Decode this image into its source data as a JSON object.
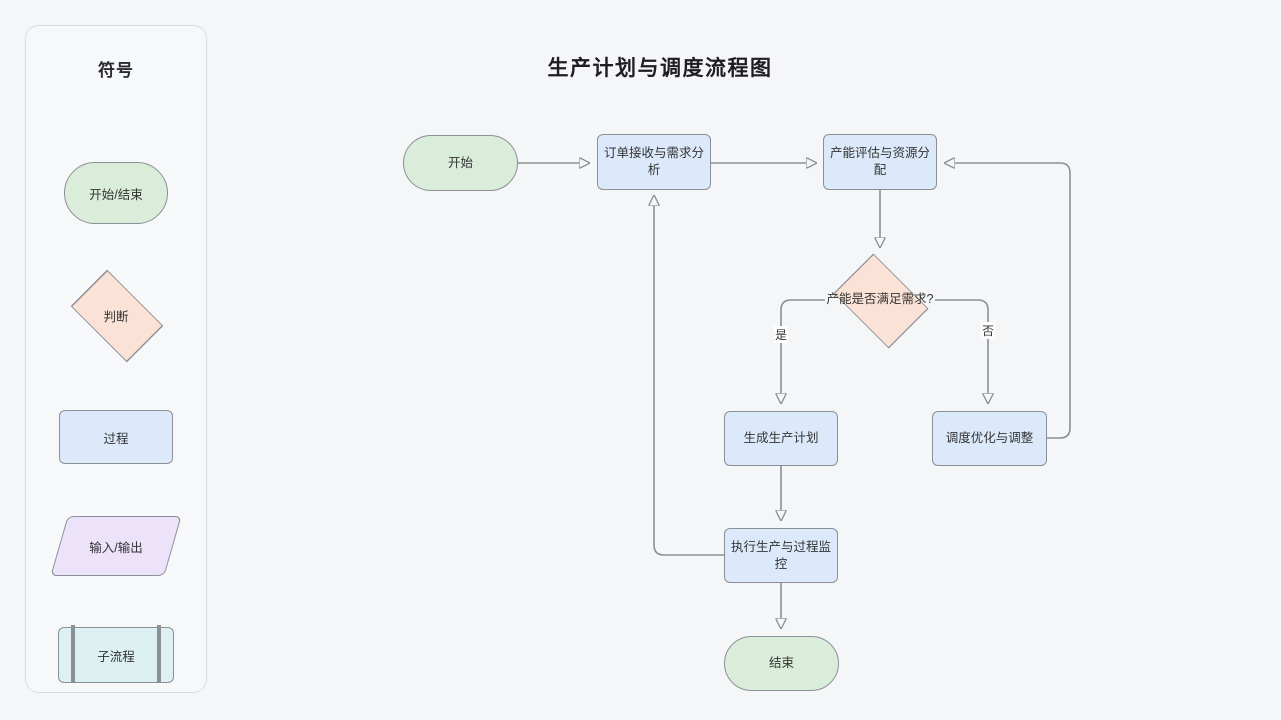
{
  "legend": {
    "title": "符号",
    "items": [
      {
        "label": "开始/结束",
        "shape": "terminator",
        "fill": "#d9edda"
      },
      {
        "label": "判断",
        "shape": "decision",
        "fill": "#fae3d6"
      },
      {
        "label": "过程",
        "shape": "process",
        "fill": "#dbe9fa"
      },
      {
        "label": "输入/输出",
        "shape": "io",
        "fill": "#ece3fa"
      },
      {
        "label": "子流程",
        "shape": "subprocess",
        "fill": "#ddf0f2"
      }
    ]
  },
  "diagram": {
    "title": "生产计划与调度流程图",
    "nodes": [
      {
        "id": "start",
        "label": "开始",
        "type": "terminator"
      },
      {
        "id": "order",
        "label": "订单接收与需求分析",
        "type": "process"
      },
      {
        "id": "capacity",
        "label": "产能评估与资源分配",
        "type": "process"
      },
      {
        "id": "decision",
        "label": "产能是否满足需求?",
        "type": "decision"
      },
      {
        "id": "plan",
        "label": "生成生产计划",
        "type": "process"
      },
      {
        "id": "schedule",
        "label": "调度优化与调整",
        "type": "process"
      },
      {
        "id": "execute",
        "label": "执行生产与过程监控",
        "type": "process"
      },
      {
        "id": "end",
        "label": "结束",
        "type": "terminator"
      }
    ],
    "edges": [
      {
        "from": "start",
        "to": "order",
        "label": ""
      },
      {
        "from": "order",
        "to": "capacity",
        "label": ""
      },
      {
        "from": "capacity",
        "to": "decision",
        "label": ""
      },
      {
        "from": "decision",
        "to": "plan",
        "label": "是"
      },
      {
        "from": "decision",
        "to": "schedule",
        "label": "否"
      },
      {
        "from": "schedule",
        "to": "capacity",
        "label": ""
      },
      {
        "from": "plan",
        "to": "execute",
        "label": ""
      },
      {
        "from": "execute",
        "to": "order",
        "label": ""
      },
      {
        "from": "execute",
        "to": "end",
        "label": ""
      }
    ],
    "edge_labels": {
      "yes": "是",
      "no": "否"
    },
    "colors": {
      "background": "#f5f6f8",
      "stroke": "#8b8f96",
      "terminator_fill": "#d9edda",
      "process_fill": "#dbe9fa",
      "decision_fill": "#fae3d6",
      "io_fill": "#ece3fa",
      "subprocess_fill": "#ddf0f2",
      "text": "#333333"
    }
  }
}
